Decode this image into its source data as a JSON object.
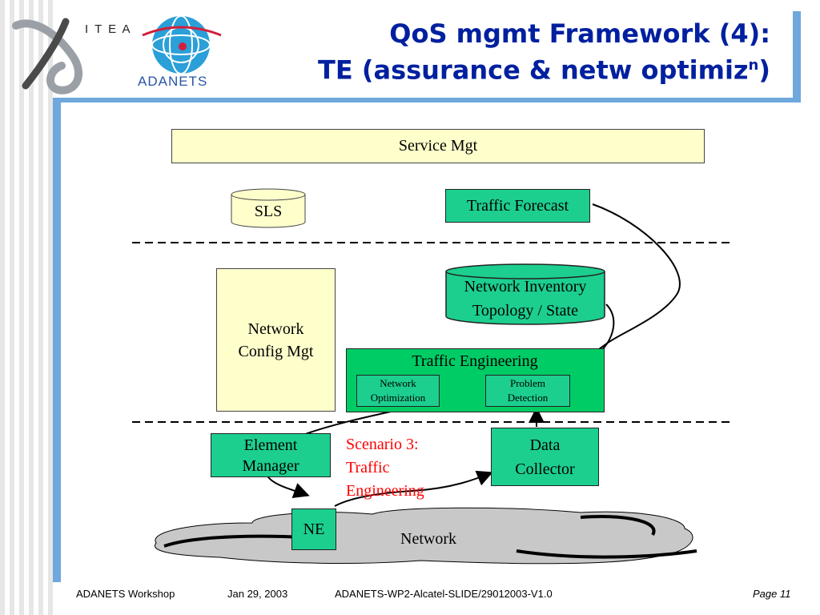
{
  "logo": {
    "itea_text": "I T E A",
    "adanets_text": "ADANETS"
  },
  "title": {
    "line1": "QoS mgmt Framework (4):",
    "line2_main": "TE (assurance & netw optimiz",
    "line2_sup": "n",
    "line2_end": ")"
  },
  "diagram": {
    "service_mgt": "Service Mgt",
    "sls": "SLS",
    "traffic_forecast": "Traffic Forecast",
    "network_inventory_line1": "Network Inventory",
    "network_inventory_line2": "Topology / State",
    "network_config_line1": "Network",
    "network_config_line2": "Config Mgt",
    "traffic_engineering": "Traffic Engineering",
    "network_optimization_line1": "Network",
    "network_optimization_line2": "Optimization",
    "problem_detection_line1": "Problem",
    "problem_detection_line2": "Detection",
    "element_manager_line1": "Element",
    "element_manager_line2": "Manager",
    "scenario_line1": "Scenario 3:",
    "scenario_line2": "Traffic",
    "scenario_line3": "Engineering",
    "data_collector_line1": "Data",
    "data_collector_line2": "Collector",
    "ne": "NE",
    "network": "Network"
  },
  "footer": {
    "event": "ADANETS Workshop",
    "date": "Jan 29, 2003",
    "doc_id": "ADANETS-WP2-Alcatel-SLIDE/29012003-V1.0",
    "page": "Page 11"
  },
  "colors": {
    "title": "#00209f",
    "accent_bar": "#6fa8dc",
    "teal_box": "#1ccf8f",
    "te_box": "#00cc66",
    "yellow_box": "#ffffcc",
    "scenario_text": "#ff0000",
    "cloud": "#c0c0c0"
  }
}
